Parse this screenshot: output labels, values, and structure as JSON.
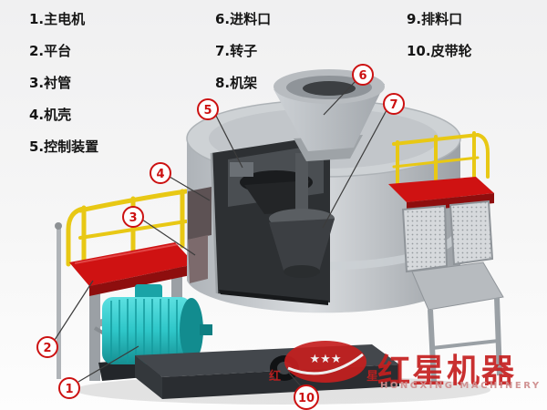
{
  "legend": {
    "columns": [
      {
        "items": [
          "1.主电机",
          "2.平台",
          "3.衬管",
          "4.机壳",
          "5.控制装置"
        ]
      },
      {
        "items": [
          "6.进料口",
          "7.转子",
          "8.机架"
        ]
      },
      {
        "items": [
          "9.排料口",
          "10.皮带轮"
        ]
      }
    ]
  },
  "callouts": [
    {
      "number": "1"
    },
    {
      "number": "2"
    },
    {
      "number": "3"
    },
    {
      "number": "4"
    },
    {
      "number": "5"
    },
    {
      "number": "6"
    },
    {
      "number": "7"
    },
    {
      "number": "10"
    }
  ],
  "brand": {
    "logo_left_char": "红",
    "logo_right_char": "星",
    "logo_stars": "★★★",
    "name": "红星机器",
    "subtitle": "HONGXING MACHINERY"
  },
  "colors": {
    "callout_red": "#cc1111",
    "platform_red": "#cf1212",
    "motor_cyan": "#2ec6c8",
    "railing_yellow": "#e8c814",
    "body_gray": "#c7cbcf",
    "interior_dark": "#2d3033",
    "brand_red": "#c51f1f"
  }
}
